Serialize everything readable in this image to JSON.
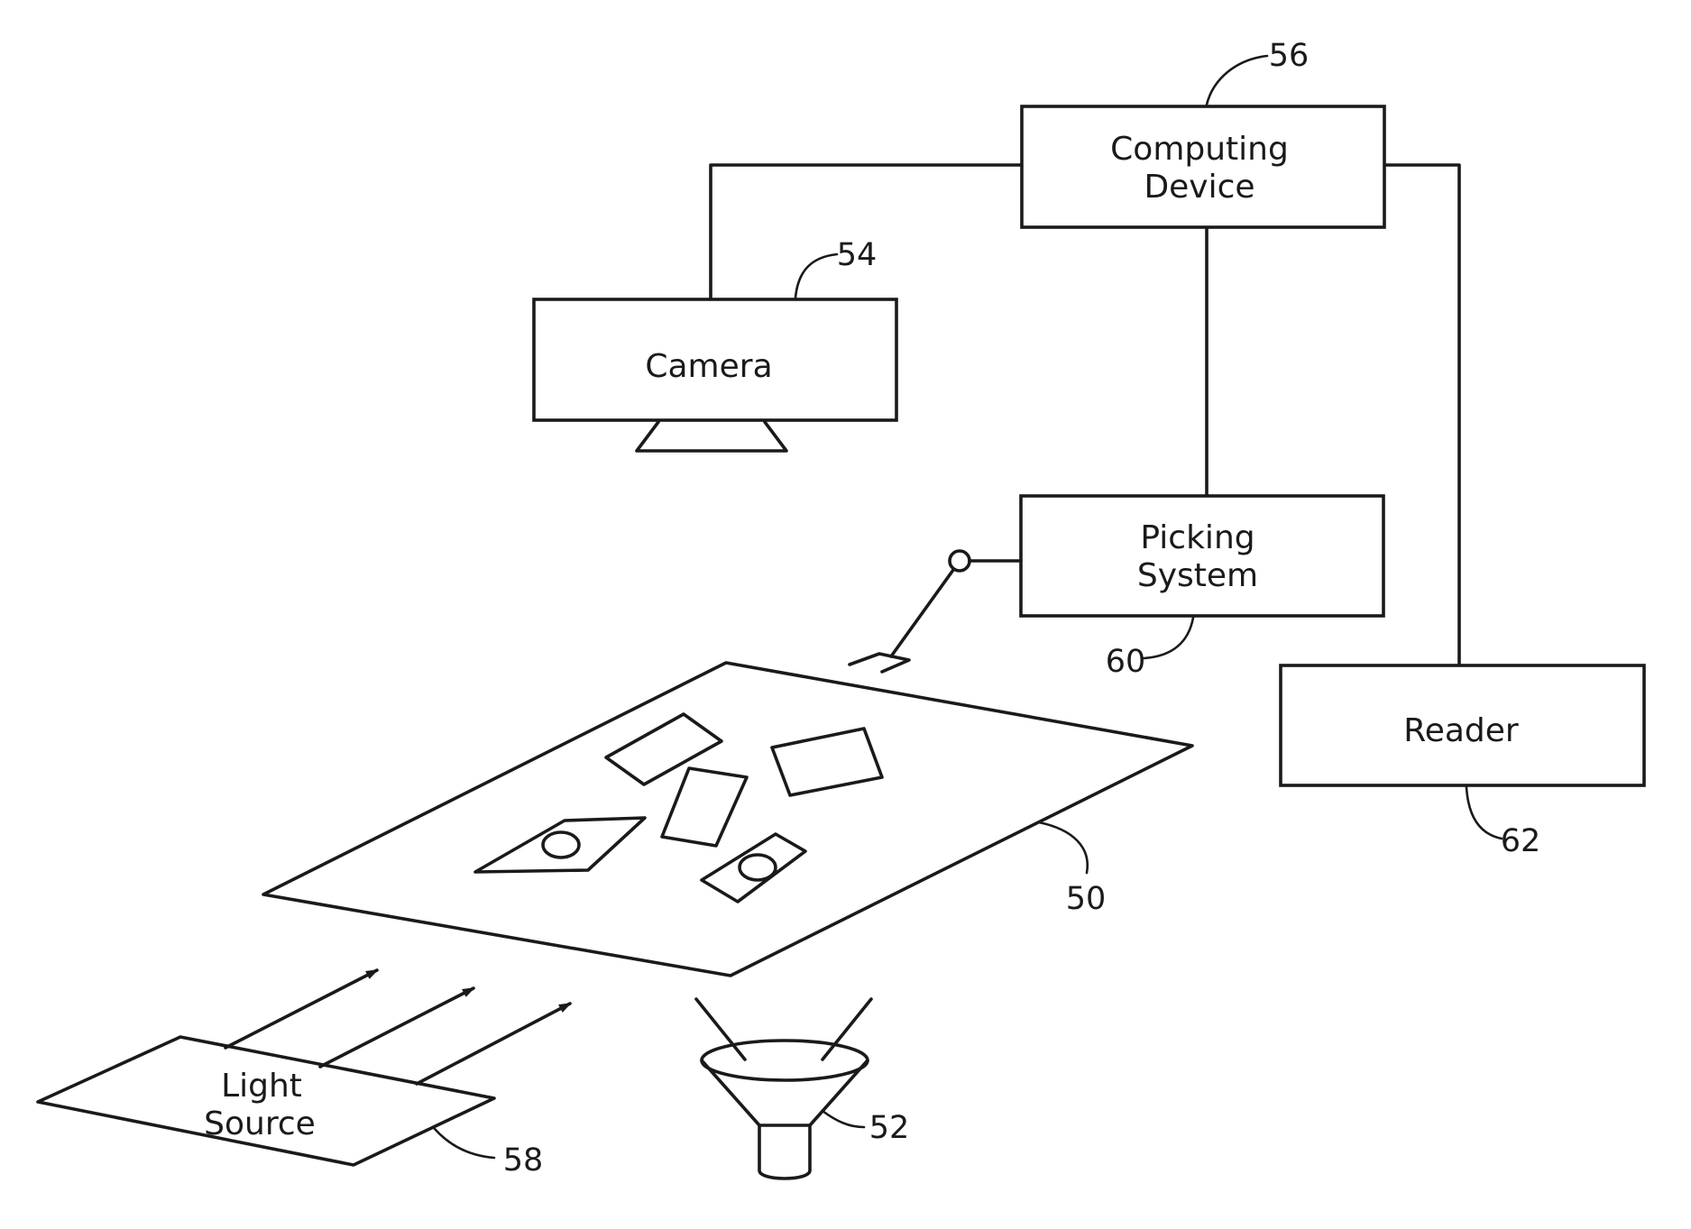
{
  "blocks": {
    "computing_device": {
      "line1": "Computing",
      "line2": "Device",
      "ref": "56"
    },
    "camera": {
      "label": "Camera",
      "ref": "54"
    },
    "picking_system": {
      "line1": "Picking",
      "line2": "System",
      "ref": "60"
    },
    "reader": {
      "label": "Reader",
      "ref": "62"
    },
    "light_source": {
      "line1": "Light",
      "line2": "Source",
      "ref": "58"
    }
  },
  "surface": {
    "ref": "50"
  },
  "lens": {
    "ref": "52"
  },
  "colors": {
    "stroke": "#1a1a1a",
    "background": "#ffffff"
  }
}
